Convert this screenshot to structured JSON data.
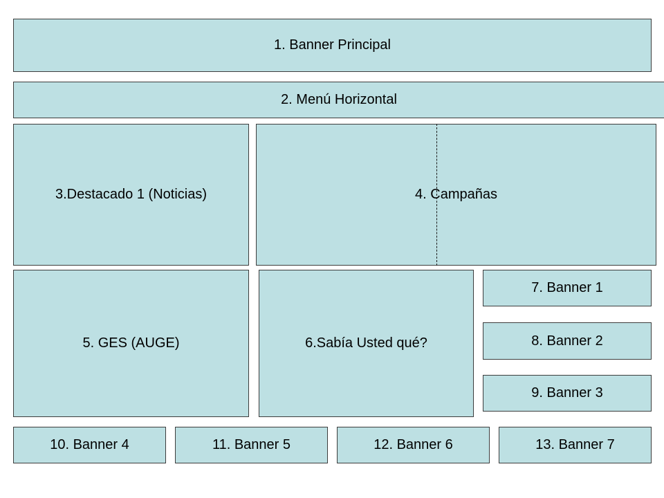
{
  "blocks": {
    "banner_principal": "1. Banner Principal",
    "menu_horizontal": "2. Menú Horizontal",
    "destacado": "3.Destacado 1 (Noticias)",
    "campanas": "4. Campañas",
    "ges": "5. GES (AUGE)",
    "sabia": "6.Sabía Usted qué?",
    "banner1": "7. Banner 1",
    "banner2": "8. Banner 2",
    "banner3": "9. Banner 3",
    "banner4": "10. Banner 4",
    "banner5": "11. Banner 5",
    "banner6": "12. Banner 6",
    "banner7": "13. Banner 7"
  },
  "colors": {
    "block_fill": "#bde0e3",
    "block_border": "#3c3c3c",
    "text": "#000000"
  }
}
